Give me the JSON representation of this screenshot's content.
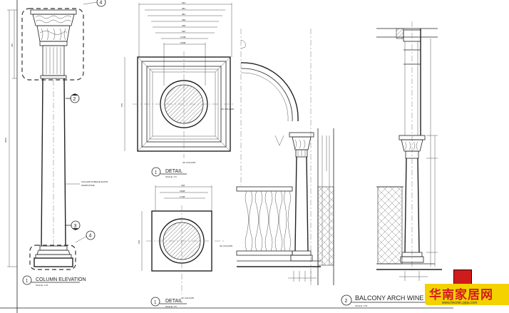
{
  "drawing": {
    "labels": {
      "column_elevation": "COLUMN ELEVATION",
      "scale_elevation": "SCALE: 1:15",
      "detail_1": "DETAIL",
      "detail_1_scale": "SCALE: 1:5",
      "detail_1_no": "1",
      "detail_2": "DETAIL",
      "detail_2_no": "1",
      "detail_2_scale": "SCALE: 1:5",
      "elevation_no": "1",
      "balcony": "BALCONY ARCH WINE",
      "balcony_no": "2",
      "balcony_scale": "SCALE: 1:15",
      "column_note_1": "COLUMN IN BEIGE WHITE",
      "column_note_2": "SANDSTONE",
      "of_column_1": "OF COLUMN",
      "of_column_2": "OF COLUMN",
      "of_column_3": "OF COLUMN",
      "of_column_4": "OF COLUMN"
    },
    "callouts": {
      "c4_top": "4",
      "c2": "2",
      "c3": "3",
      "c4_bottom": "4"
    },
    "dimensions": {
      "d1": "543",
      "d2": "381",
      "d3": "281",
      "d4": "258",
      "d5": "238",
      "d6": "220",
      "d7": "172Ø",
      "d8": "150Ø",
      "d9": "218",
      "d10": "150Ø",
      "d11": "172Ø",
      "height_total": "3000",
      "height_cap": "640",
      "height_detail": "578",
      "height_detail2": "238"
    }
  },
  "watermark": {
    "text": "华南家居网",
    "url": "www.hncmic.pjqu.com",
    "brand_color": "#d4181e",
    "banner_color": "#f3d200"
  }
}
